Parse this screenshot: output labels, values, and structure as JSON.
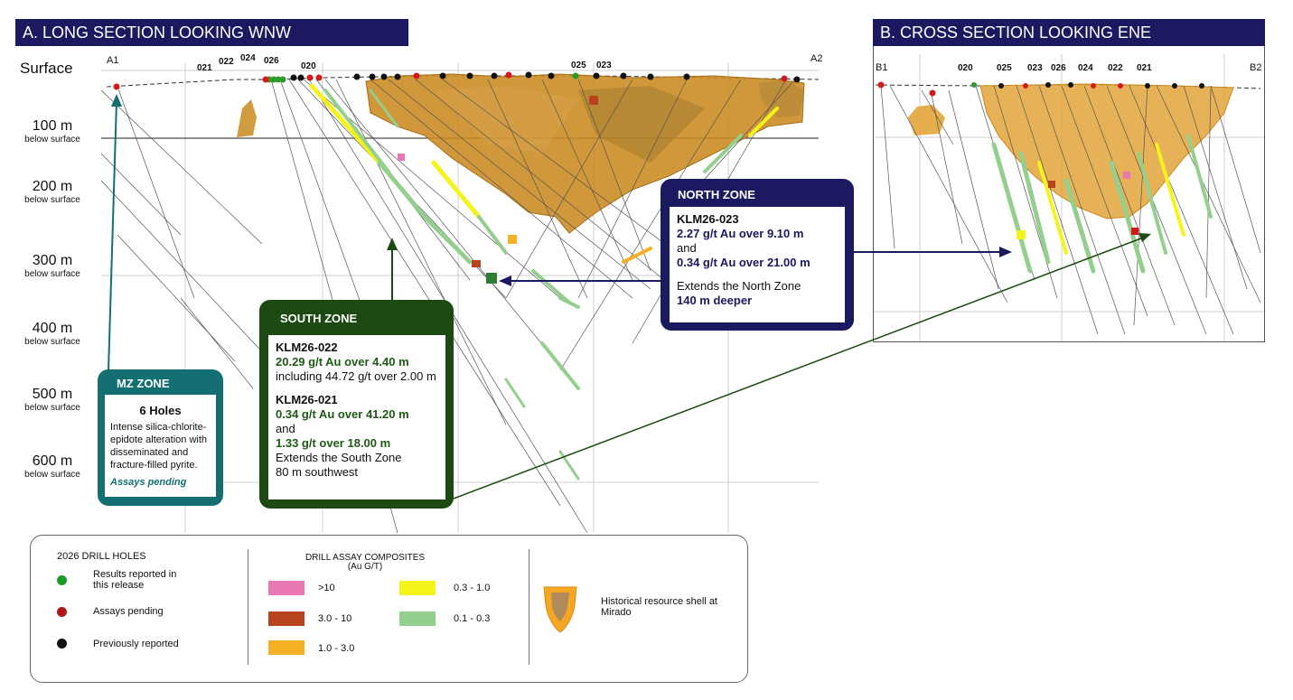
{
  "section_a": {
    "title": "A. LONG SECTION LOOKING WNW",
    "surface_label": "Surface",
    "end_left": "A1",
    "end_right": "A2",
    "depths": [
      {
        "value": "100 m",
        "unit": "below surface"
      },
      {
        "value": "200 m",
        "unit": "below surface"
      },
      {
        "value": "300 m",
        "unit": "below surface"
      },
      {
        "value": "400 m",
        "unit": "below surface"
      },
      {
        "value": "500 m",
        "unit": "below surface"
      },
      {
        "value": "600 m",
        "unit": "below surface"
      }
    ],
    "holes": [
      "021",
      "022",
      "024",
      "026",
      "020",
      "025",
      "023"
    ]
  },
  "section_b": {
    "title": "B. CROSS SECTION LOOKING ENE",
    "end_left": "B1",
    "end_right": "B2",
    "holes": [
      "020",
      "025",
      "023",
      "026",
      "024",
      "022",
      "021"
    ]
  },
  "south_zone": {
    "title": "SOUTH ZONE",
    "hole1": "KLM26-022",
    "hole1_result": "20.29 g/t Au over 4.40 m",
    "hole1_including": "including 44.72 g/t over 2.00 m",
    "hole2": "KLM26-021",
    "hole2_result1": "0.34 g/t Au over 41.20 m",
    "and": "and",
    "hole2_result2": "1.33 g/t over 18.00 m",
    "note1": "Extends the South Zone",
    "note2": "80 m southwest"
  },
  "north_zone": {
    "title": "NORTH ZONE",
    "hole": "KLM26-023",
    "result1": "2.27 g/t Au over 9.10 m",
    "and": "and",
    "result2": "0.34 g/t Au over 21.00 m",
    "note1": "Extends the North Zone",
    "note2": "140 m deeper"
  },
  "mz_zone": {
    "title": "MZ ZONE",
    "holes": "6 Holes",
    "description": "Intense silica-chlorite-epidote alteration with disseminated and fracture-filled pyrite.",
    "status": "Assays pending"
  },
  "legend": {
    "drill_title": "2026 DRILL HOLES",
    "drill_items": [
      {
        "label": "Results reported in this release",
        "color": "#1e9a2a"
      },
      {
        "label": "Assays pending",
        "color": "#b01818"
      },
      {
        "label": "Previously reported",
        "color": "#111111"
      }
    ],
    "assay_title": "DRILL ASSAY COMPOSITES",
    "assay_unit": "(Au G/T)",
    "assay_items": [
      {
        "label": ">10",
        "color": "#e878b4"
      },
      {
        "label": "3.0 - 10",
        "color": "#b8431f"
      },
      {
        "label": "1.0 - 3.0",
        "color": "#f5b023"
      },
      {
        "label": "0.3 - 1.0",
        "color": "#f6f31a"
      },
      {
        "label": "0.1 - 0.3",
        "color": "#95cf8e"
      }
    ],
    "shell_label": "Historical resource shell at Mirado",
    "shell_color": "#e9a52c"
  },
  "colors": {
    "navy": "#1b1960",
    "green": "#1d4a12",
    "teal": "#136f72",
    "shell": "#c98a1f"
  }
}
